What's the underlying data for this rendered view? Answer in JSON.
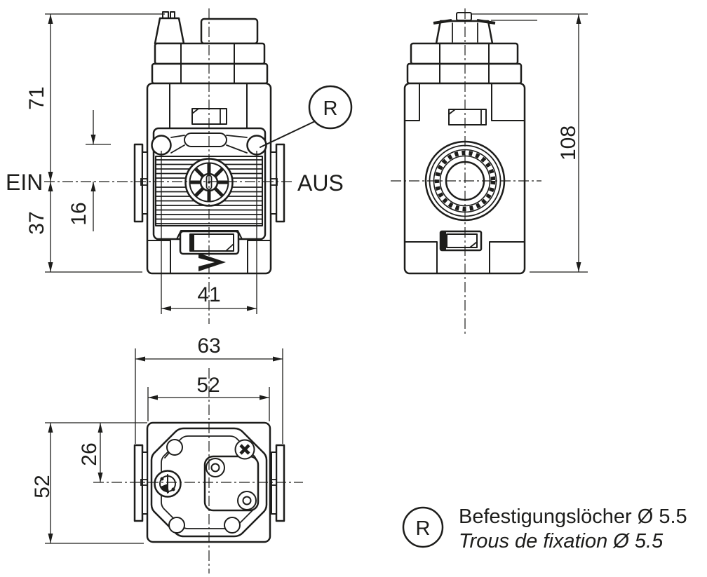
{
  "drawing": {
    "front_view": {
      "label_inlet": "EIN",
      "label_outlet": "AUS",
      "callout": "R",
      "dim_height_above_axis": "71",
      "dim_height_below_axis": "37",
      "dim_hole_offset": "16",
      "dim_hole_spacing": "41"
    },
    "side_view": {
      "dim_overall_height": "108"
    },
    "bottom_view": {
      "dim_overall_width": "63",
      "dim_body_width": "52",
      "dim_axis_offset": "26",
      "dim_body_depth": "52"
    },
    "legend": {
      "symbol": "R",
      "text_de": "Befestigungslöcher Ø 5.5",
      "text_fr": "Trous de fixation Ø 5.5"
    },
    "colors": {
      "line": "#1d1d1b",
      "background": "#ffffff"
    }
  }
}
